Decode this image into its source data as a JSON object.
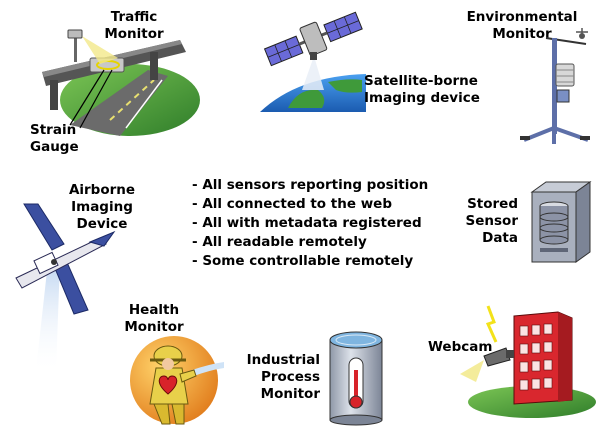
{
  "labels": {
    "traffic": [
      "Traffic",
      "Monitor"
    ],
    "strain": [
      "Strain",
      "Gauge"
    ],
    "satellite": [
      "Satellite-borne",
      "Imaging device"
    ],
    "environmental": [
      "Environmental",
      "Monitor"
    ],
    "airborne": [
      "Airborne",
      "Imaging",
      "Device"
    ],
    "stored": [
      "Stored",
      "Sensor",
      "Data"
    ],
    "health": [
      "Health",
      "Monitor"
    ],
    "industrial": [
      "Industrial",
      "Process",
      "Monitor"
    ],
    "webcam": [
      "Webcam"
    ]
  },
  "bullets": [
    "All sensors reporting position",
    "All connected to the web",
    "All with metadata registered",
    "All readable remotely",
    "Some controllable remotely"
  ],
  "colors": {
    "grass": "#5cae3c",
    "grass_dark": "#2f7d2a",
    "road": "#6b6b6b",
    "ocean": "#2f7bd6",
    "panel": "#6a6ad8",
    "building": "#d9272e",
    "tank_water": "#7fb5e0",
    "server": "#9aa3b3",
    "orange_disc": "#f0a13a",
    "beam": "#bcd3f0"
  },
  "icons": [
    "traffic-monitor-icon",
    "satellite-icon",
    "weather-station-icon",
    "airplane-icon",
    "server-storage-icon",
    "firefighter-icon",
    "water-tank-thermometer-icon",
    "webcam-building-icon"
  ]
}
